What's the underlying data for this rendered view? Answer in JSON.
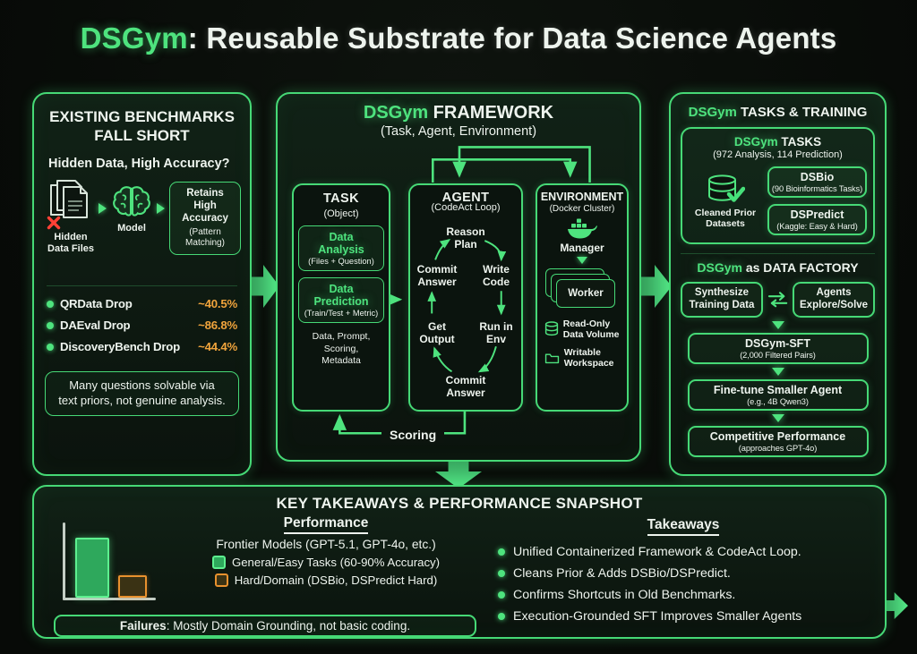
{
  "palette": {
    "green": "#4ee37e",
    "orange": "#f0a43c",
    "red": "#ff4136",
    "white": "#eef4ee"
  },
  "header": {
    "brand": "DSGym",
    "rest": ": Reusable Substrate for Data Science Agents"
  },
  "benchmarks": {
    "title": "EXISTING BENCHMARKS\nFALL SHORT",
    "question": "Hidden Data, High Accuracy?",
    "files_label": "Hidden\nData Files",
    "model_label": "Model",
    "retains_title": "Retains High\nAccuracy",
    "retains_sub": "(Pattern\nMatching)",
    "drops": [
      {
        "name": "QRData Drop",
        "value": "~40.5%"
      },
      {
        "name": "DAEval Drop",
        "value": "~86.8%"
      },
      {
        "name": "DiscoveryBench Drop",
        "value": "~44.4%"
      }
    ],
    "note": "Many questions solvable via\ntext priors, not genuine analysis."
  },
  "framework": {
    "brand": "DSGym",
    "title_rest": " FRAMEWORK",
    "subtitle": "(Task, Agent, Environment)",
    "task": {
      "title": "TASK",
      "subtitle": "(Object)",
      "analysis_title": "Data\nAnalysis",
      "analysis_sub": "(Files + Question)",
      "prediction_title": "Data\nPrediction",
      "prediction_sub": "(Train/Test + Metric)",
      "footer": "Data, Prompt,\nScoring,\nMetadata"
    },
    "agent": {
      "title": "AGENT",
      "subtitle": "(CodeAct Loop)",
      "reason": "Reason\nPlan",
      "commit_top": "Commit\nAnswer",
      "write": "Write\nCode",
      "get_output": "Get\nOutput",
      "run_env": "Run in\nEnv",
      "commit_bottom": "Commit\nAnswer"
    },
    "environment": {
      "title": "ENVIRONMENT",
      "subtitle": "(Docker Cluster)",
      "manager": "Manager",
      "worker": "Worker",
      "volume": "Read-Only\nData Volume",
      "workspace": "Writable\nWorkspace"
    },
    "scoring": "Scoring"
  },
  "training": {
    "brand": "DSGym",
    "title_rest": " TASKS & TRAINING",
    "tasks": {
      "brand": "DSGym",
      "title_rest": " TASKS",
      "subtitle": "(972 Analysis, 114 Prediction)",
      "cleaned": "Cleaned Prior\nDatasets",
      "dsbio_title": "DSBio",
      "dsbio_sub": "(90 Bioinformatics Tasks)",
      "dspredict_title": "DSPredict",
      "dspredict_sub": "(Kaggle: Easy & Hard)"
    },
    "factory": {
      "brand": "DSGym",
      "title_rest": " as DATA FACTORY",
      "synthesize": "Synthesize\nTraining Data",
      "explore": "Agents\nExplore/Solve",
      "sft_title": "DSGym-SFT",
      "sft_sub": "(2,000 Filtered Pairs)",
      "finetune_title": "Fine-tune Smaller Agent",
      "finetune_sub": "(e.g., 4B Qwen3)",
      "competitive_title": "Competitive Performance",
      "competitive_sub": "(approaches GPT-4o)"
    }
  },
  "snapshot": {
    "title": "KEY TAKEAWAYS & PERFORMANCE SNAPSHOT",
    "performance": {
      "title": "Performance",
      "subtitle": "Frontier Models (GPT-5.1, GPT-4o, etc.)",
      "legend": [
        {
          "label": "General/Easy Tasks (60-90% Accuracy)",
          "color": "#5df08f"
        },
        {
          "label": "Hard/Domain (DSBio, DSPredict Hard)",
          "color": "#e8912e"
        }
      ],
      "failures_label": "Failures",
      "failures_rest": ": Mostly Domain Grounding, not basic coding."
    },
    "takeaways": {
      "title": "Takeaways",
      "items": [
        "Unified Containerized Framework & CodeAct Loop.",
        "Cleans Prior & Adds DSBio/DSPredict.",
        "Confirms Shortcuts in Old Benchmarks.",
        "Execution-Grounded SFT Improves Smaller Agents"
      ]
    }
  },
  "chart_data": {
    "type": "bar",
    "categories": [
      "General/Easy Tasks (60-90% Accuracy)",
      "Hard/Domain (DSBio, DSPredict Hard)"
    ],
    "values": [
      80,
      30
    ],
    "colors": [
      "#5df08f",
      "#e8912e"
    ],
    "title": "Performance",
    "xlabel": "",
    "ylabel": "",
    "ylim": [
      0,
      100
    ]
  }
}
